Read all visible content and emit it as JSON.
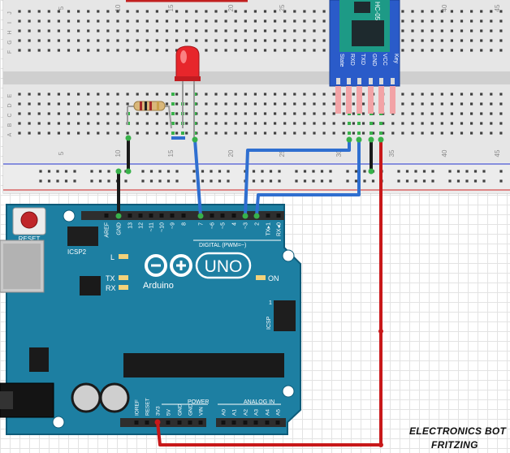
{
  "breadboard": {
    "column_numbers": [
      "5",
      "10",
      "15",
      "20",
      "25",
      "30",
      "35",
      "40",
      "45"
    ],
    "row_letters_top": [
      "J",
      "I",
      "H",
      "G",
      "F"
    ],
    "row_letters_bottom": [
      "E",
      "D",
      "C",
      "B",
      "A"
    ]
  },
  "bluetooth_module": {
    "model": "HC-05",
    "pins": [
      "State",
      "RXD",
      "TXD",
      "GND",
      "VCC",
      "Key"
    ]
  },
  "arduino": {
    "logo_word": "UNO",
    "brand": "Arduino",
    "reset_label": "RESET",
    "icsp2_label": "ICSP2",
    "icsp_label": "ICSP",
    "digital_label": "DIGITAL (PWM=~)",
    "power_label": "POWER",
    "analog_label": "ANALOG IN",
    "led_l": "L",
    "led_tx": "TX",
    "led_rx": "RX",
    "led_on": "ON",
    "icsp_pin1": "1",
    "digital_pins": [
      "AREF",
      "GND",
      "13",
      "12",
      "~11",
      "~10",
      "~9",
      "8",
      "7",
      "~6",
      "~5",
      "4",
      "~3",
      "2",
      "TX▸1",
      "RX◂0"
    ],
    "power_pins": [
      "IOREF",
      "RESET",
      "3V3",
      "5V",
      "GND",
      "GND",
      "VIN"
    ],
    "analog_pins": [
      "A0",
      "A1",
      "A2",
      "A3",
      "A4",
      "A5"
    ]
  },
  "watermark": {
    "line1": "ELECTRONICS BOT",
    "line2": "FRITZING"
  },
  "colors": {
    "board": "#1d7fa2",
    "board_edge": "#0e5b79",
    "header": "#2e2e2e",
    "breadboard": "#d9d9d9",
    "breadboard_strip": "#ebebeb",
    "rail_red": "#d44a4a",
    "rail_blue": "#4a55d4",
    "hole": "#404040",
    "hole_active": "#38b14a",
    "wire_blue": "#2f6fd0",
    "wire_black": "#1a1a1a",
    "wire_red": "#c8181a",
    "led_red": "#e7262b",
    "module_blue": "#2a5bc9"
  }
}
